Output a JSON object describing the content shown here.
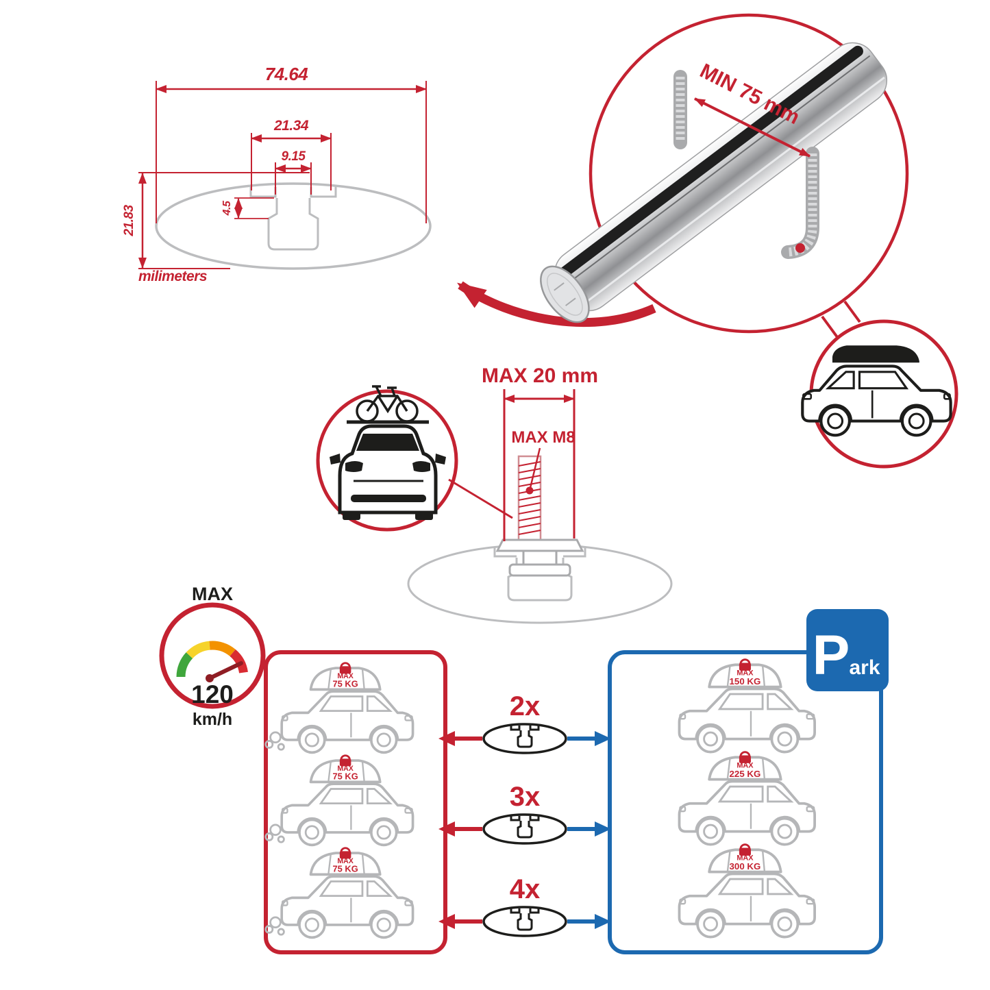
{
  "colors": {
    "accent_red": "#c42231",
    "accent_blue": "#1c69b0",
    "line_gray": "#bcbdbf",
    "ink_black": "#1d1d1b"
  },
  "profile_dimensions": {
    "total_width": "74.64",
    "slot_outer_width": "21.34",
    "slot_inner_width": "9.15",
    "slot_depth": "4.5",
    "total_height": "21.83",
    "units_label": "milimeters"
  },
  "clamp_callout": {
    "min_label": "MIN 75 mm"
  },
  "bolt_callout": {
    "max_width_label": "MAX 20 mm",
    "max_thread_label": "MAX M8"
  },
  "speed_limit": {
    "title": "MAX",
    "value": "120",
    "unit": "km/h"
  },
  "parking_sign": {
    "letter": "P",
    "suffix": "ark"
  },
  "left_panel": {
    "cars": [
      {
        "badge_title": "MAX",
        "badge_weight": "75 KG"
      },
      {
        "badge_title": "MAX",
        "badge_weight": "75 KG"
      },
      {
        "badge_title": "MAX",
        "badge_weight": "75 KG"
      }
    ]
  },
  "right_panel": {
    "cars": [
      {
        "badge_title": "MAX",
        "badge_weight": "150 KG"
      },
      {
        "badge_title": "MAX",
        "badge_weight": "225 KG"
      },
      {
        "badge_title": "MAX",
        "badge_weight": "300 KG"
      }
    ]
  },
  "crossbar_counts": [
    {
      "label": "2x"
    },
    {
      "label": "3x"
    },
    {
      "label": "4x"
    }
  ]
}
